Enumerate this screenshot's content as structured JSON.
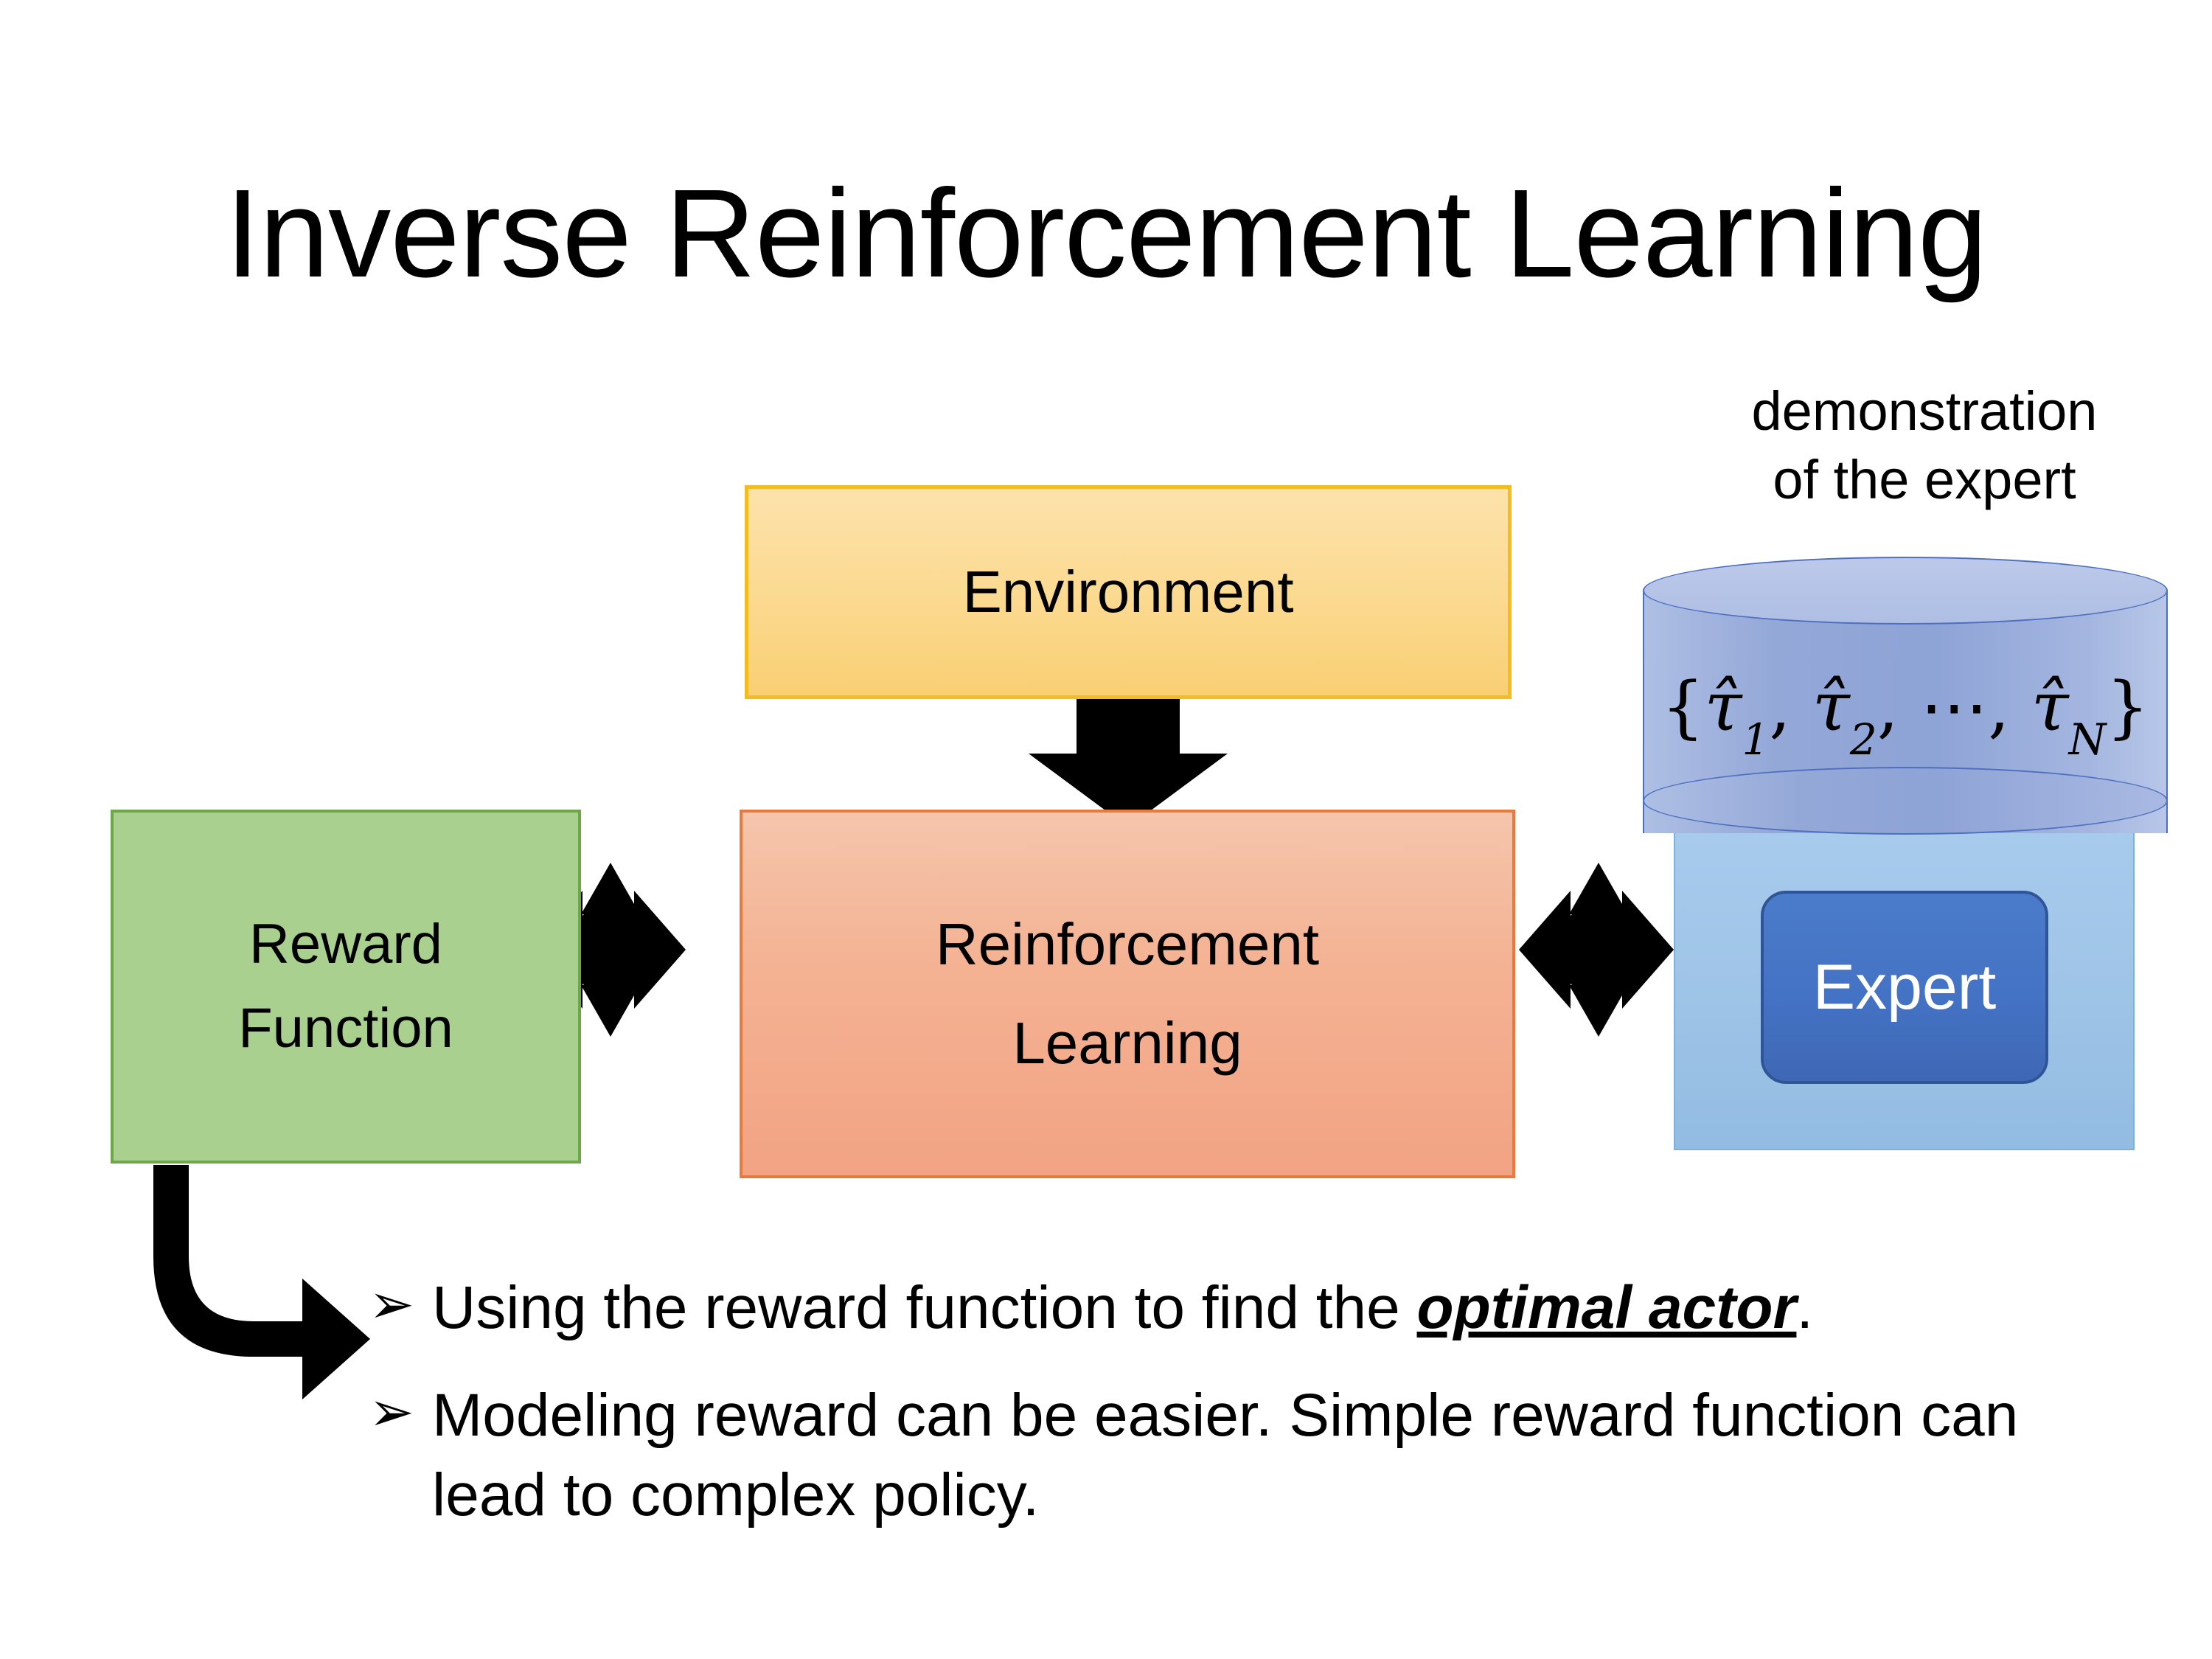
{
  "slide": {
    "title": "Inverse Reinforcement Learning",
    "background_color": "#FFFFFF"
  },
  "diagram": {
    "environment_box": {
      "label": "Environment",
      "fill_color": "#FBD98F",
      "border_color": "#F3BC20"
    },
    "rl_box": {
      "label_line1": "Reinforcement",
      "label_line2": "Learning",
      "fill_color": "#F4B394",
      "border_color": "#E87A3E"
    },
    "reward_box": {
      "label_line1": "Reward",
      "label_line2": "Function",
      "fill_color": "#A9D08E",
      "border_color": "#6EA749"
    },
    "expert_group": {
      "caption_line1": "demonstration",
      "caption_line2": "of the expert",
      "panel_color": "#9DC3E6",
      "cylinder_color": "#8EA3D6",
      "cylinder_border_color": "#4C6FBF",
      "trajectories": {
        "open_brace": "{",
        "items": [
          {
            "symbol": "τ̂",
            "sub": "1"
          },
          {
            "symbol": "τ̂",
            "sub": "2"
          },
          {
            "symbol": "⋯",
            "sub": ""
          },
          {
            "symbol": "τ̂",
            "sub": "N"
          }
        ],
        "separator": ", ",
        "close_brace": "}",
        "full_text": "{τ̂1, τ̂2, ⋯, τ̂N}"
      },
      "expert_box": {
        "label": "Expert",
        "fill_color": "#4472C4",
        "border_color": "#2F5597",
        "text_color": "#FFFFFF"
      }
    },
    "connectors": [
      {
        "name": "environment-to-rl-down-arrow",
        "type": "down-block-arrow",
        "color": "#000000"
      },
      {
        "name": "reward-rl-quad-arrow",
        "type": "quad-arrow",
        "color": "#000000"
      },
      {
        "name": "rl-expert-quad-arrow",
        "type": "quad-arrow",
        "color": "#000000"
      },
      {
        "name": "reward-to-bullets-elbow-arrow",
        "type": "bent-arrow",
        "color": "#000000"
      }
    ]
  },
  "bullets": {
    "marker": "➢",
    "items": [
      {
        "prefix": "Using the reward function to find the ",
        "emphasis": "optimal actor",
        "suffix": "."
      },
      {
        "prefix": "Modeling reward can be easier. Simple reward function can lead to complex policy.",
        "emphasis": "",
        "suffix": ""
      }
    ]
  }
}
